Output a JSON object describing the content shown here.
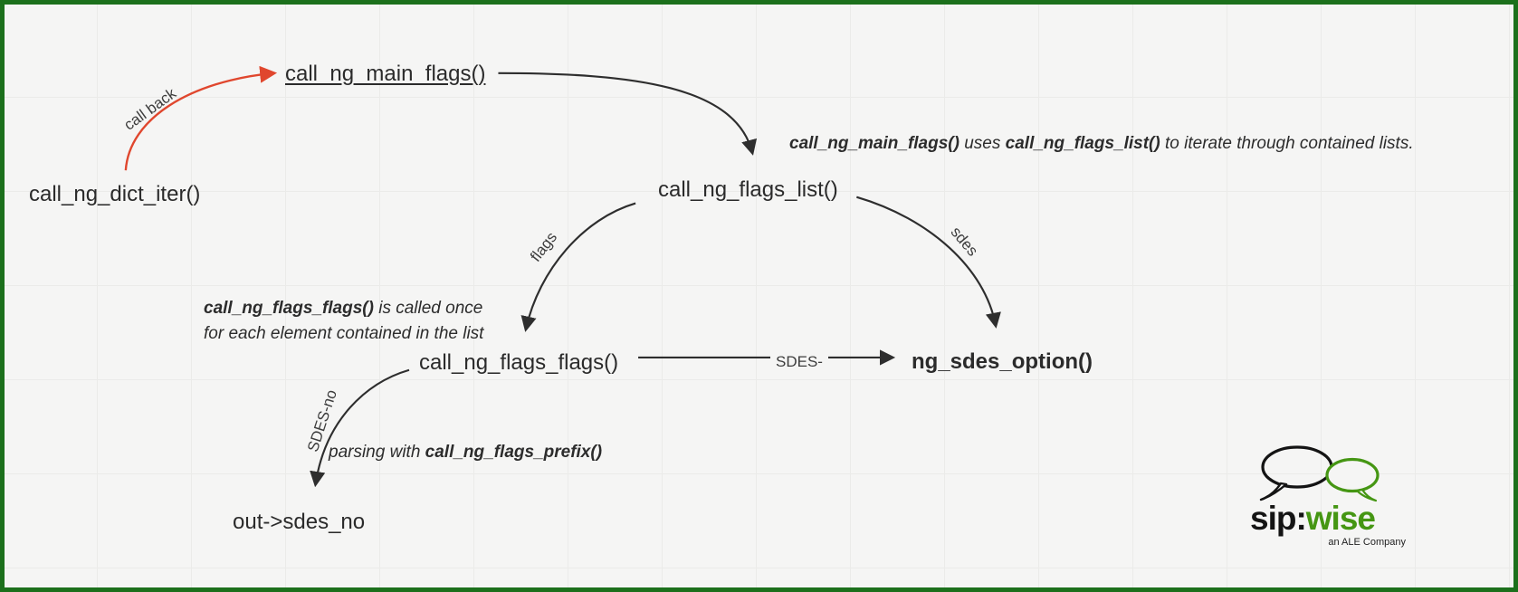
{
  "nodes": {
    "dict_iter": {
      "label": "call_ng_dict_iter()"
    },
    "main_flags": {
      "label": "call_ng_main_flags()"
    },
    "flags_list": {
      "label": "call_ng_flags_list()"
    },
    "flags_flags": {
      "label": "call_ng_flags_flags()"
    },
    "sdes_option": {
      "label": "ng_sdes_option()"
    },
    "out_sdes_no": {
      "label": "out->sdes_no"
    }
  },
  "edges": {
    "call_back": {
      "label": "call back"
    },
    "flags": {
      "label": "flags"
    },
    "sdes": {
      "label": "sdes"
    },
    "sdes_dash": {
      "label": "SDES-"
    },
    "sdes_no": {
      "label": "SDES-no"
    }
  },
  "notes": {
    "main_flags_note": {
      "bold1": "call_ng_main_flags()",
      "text1": " uses ",
      "bold2": "call_ng_flags_list()",
      "text2": " to iterate through contained lists."
    },
    "flags_flags_note": {
      "bold": "call_ng_flags_flags()",
      "text1": " is called once",
      "text2": "for each element contained in the list"
    },
    "prefix_note": {
      "text1": "parsing with ",
      "bold": "call_ng_flags_prefix()"
    }
  },
  "logo": {
    "word_sip": "sip:",
    "word_wise": "wise",
    "tagline": "an ALE Company"
  },
  "colors": {
    "border_green": "#1c701c",
    "logo_green": "#459613",
    "arrow_red": "#e0472e",
    "arrow_black": "#2e2e2e",
    "background": "#f5f5f4"
  }
}
